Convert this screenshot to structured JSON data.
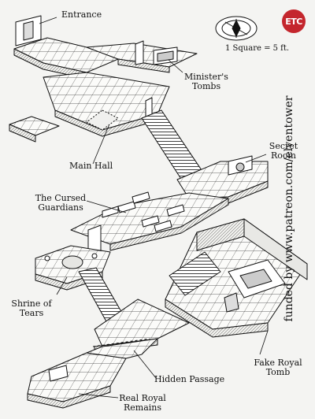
{
  "labels": {
    "entrance": "Entrance",
    "ministers_tombs_1": "Minister's",
    "ministers_tombs_2": "Tombs",
    "main_hall": "Main Hall",
    "secret_room_1": "Secret",
    "secret_room_2": "Room",
    "cursed_guardians_1": "The Cursed",
    "cursed_guardians_2": "Guardians",
    "shrine_1": "Shrine of",
    "shrine_2": "Tears",
    "hidden_passage": "Hidden Passage",
    "fake_tomb_1": "Fake Royal",
    "fake_tomb_2": "Tomb",
    "real_remains_1": "Real Royal",
    "real_remains_2": "Remains"
  },
  "scale_text": "1 Square = 5 ft.",
  "logo_text": "ETC",
  "credit_text": "funded by www.patreon.com/elventower",
  "colors": {
    "ink": "#111111",
    "paper": "#f4f4f2",
    "floor": "#fbfbf9",
    "logo": "#c4262d"
  }
}
